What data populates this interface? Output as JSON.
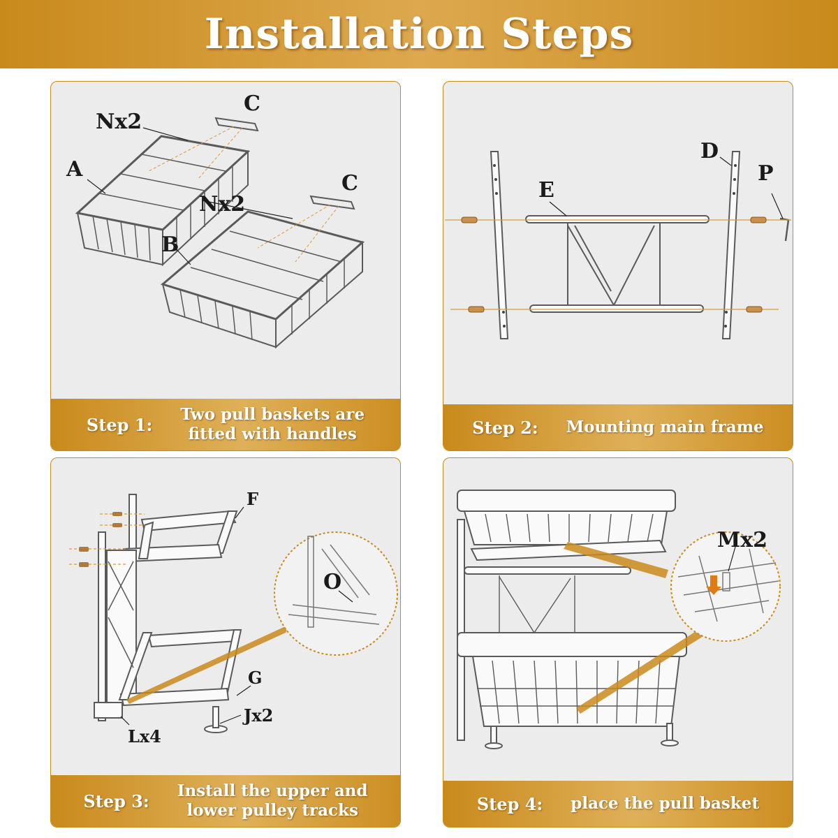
{
  "title": "Installation Steps",
  "steps": [
    {
      "label": "Step 1:",
      "desc_line1": "Two pull baskets are",
      "desc_line2": "fitted with handles",
      "parts": {
        "n1": "Nx2",
        "c1": "C",
        "a": "A",
        "n2": "Nx2",
        "c2": "C",
        "b": "B"
      }
    },
    {
      "label": "Step 2:",
      "desc_line1": "Mounting main frame",
      "parts": {
        "e": "E",
        "d": "D",
        "p": "P"
      }
    },
    {
      "label": "Step 3:",
      "desc_line1": "Install the upper and",
      "desc_line2": "lower pulley tracks",
      "parts": {
        "f": "F",
        "o": "O",
        "g": "G",
        "j": "Jx2",
        "l": "Lx4"
      }
    },
    {
      "label": "Step 4:",
      "desc_line1": "place the pull basket",
      "parts": {
        "m": "Mx2"
      }
    }
  ],
  "colors": {
    "accent": "#c98a1c",
    "panel_bg": "#ececec",
    "line": "#555555"
  }
}
